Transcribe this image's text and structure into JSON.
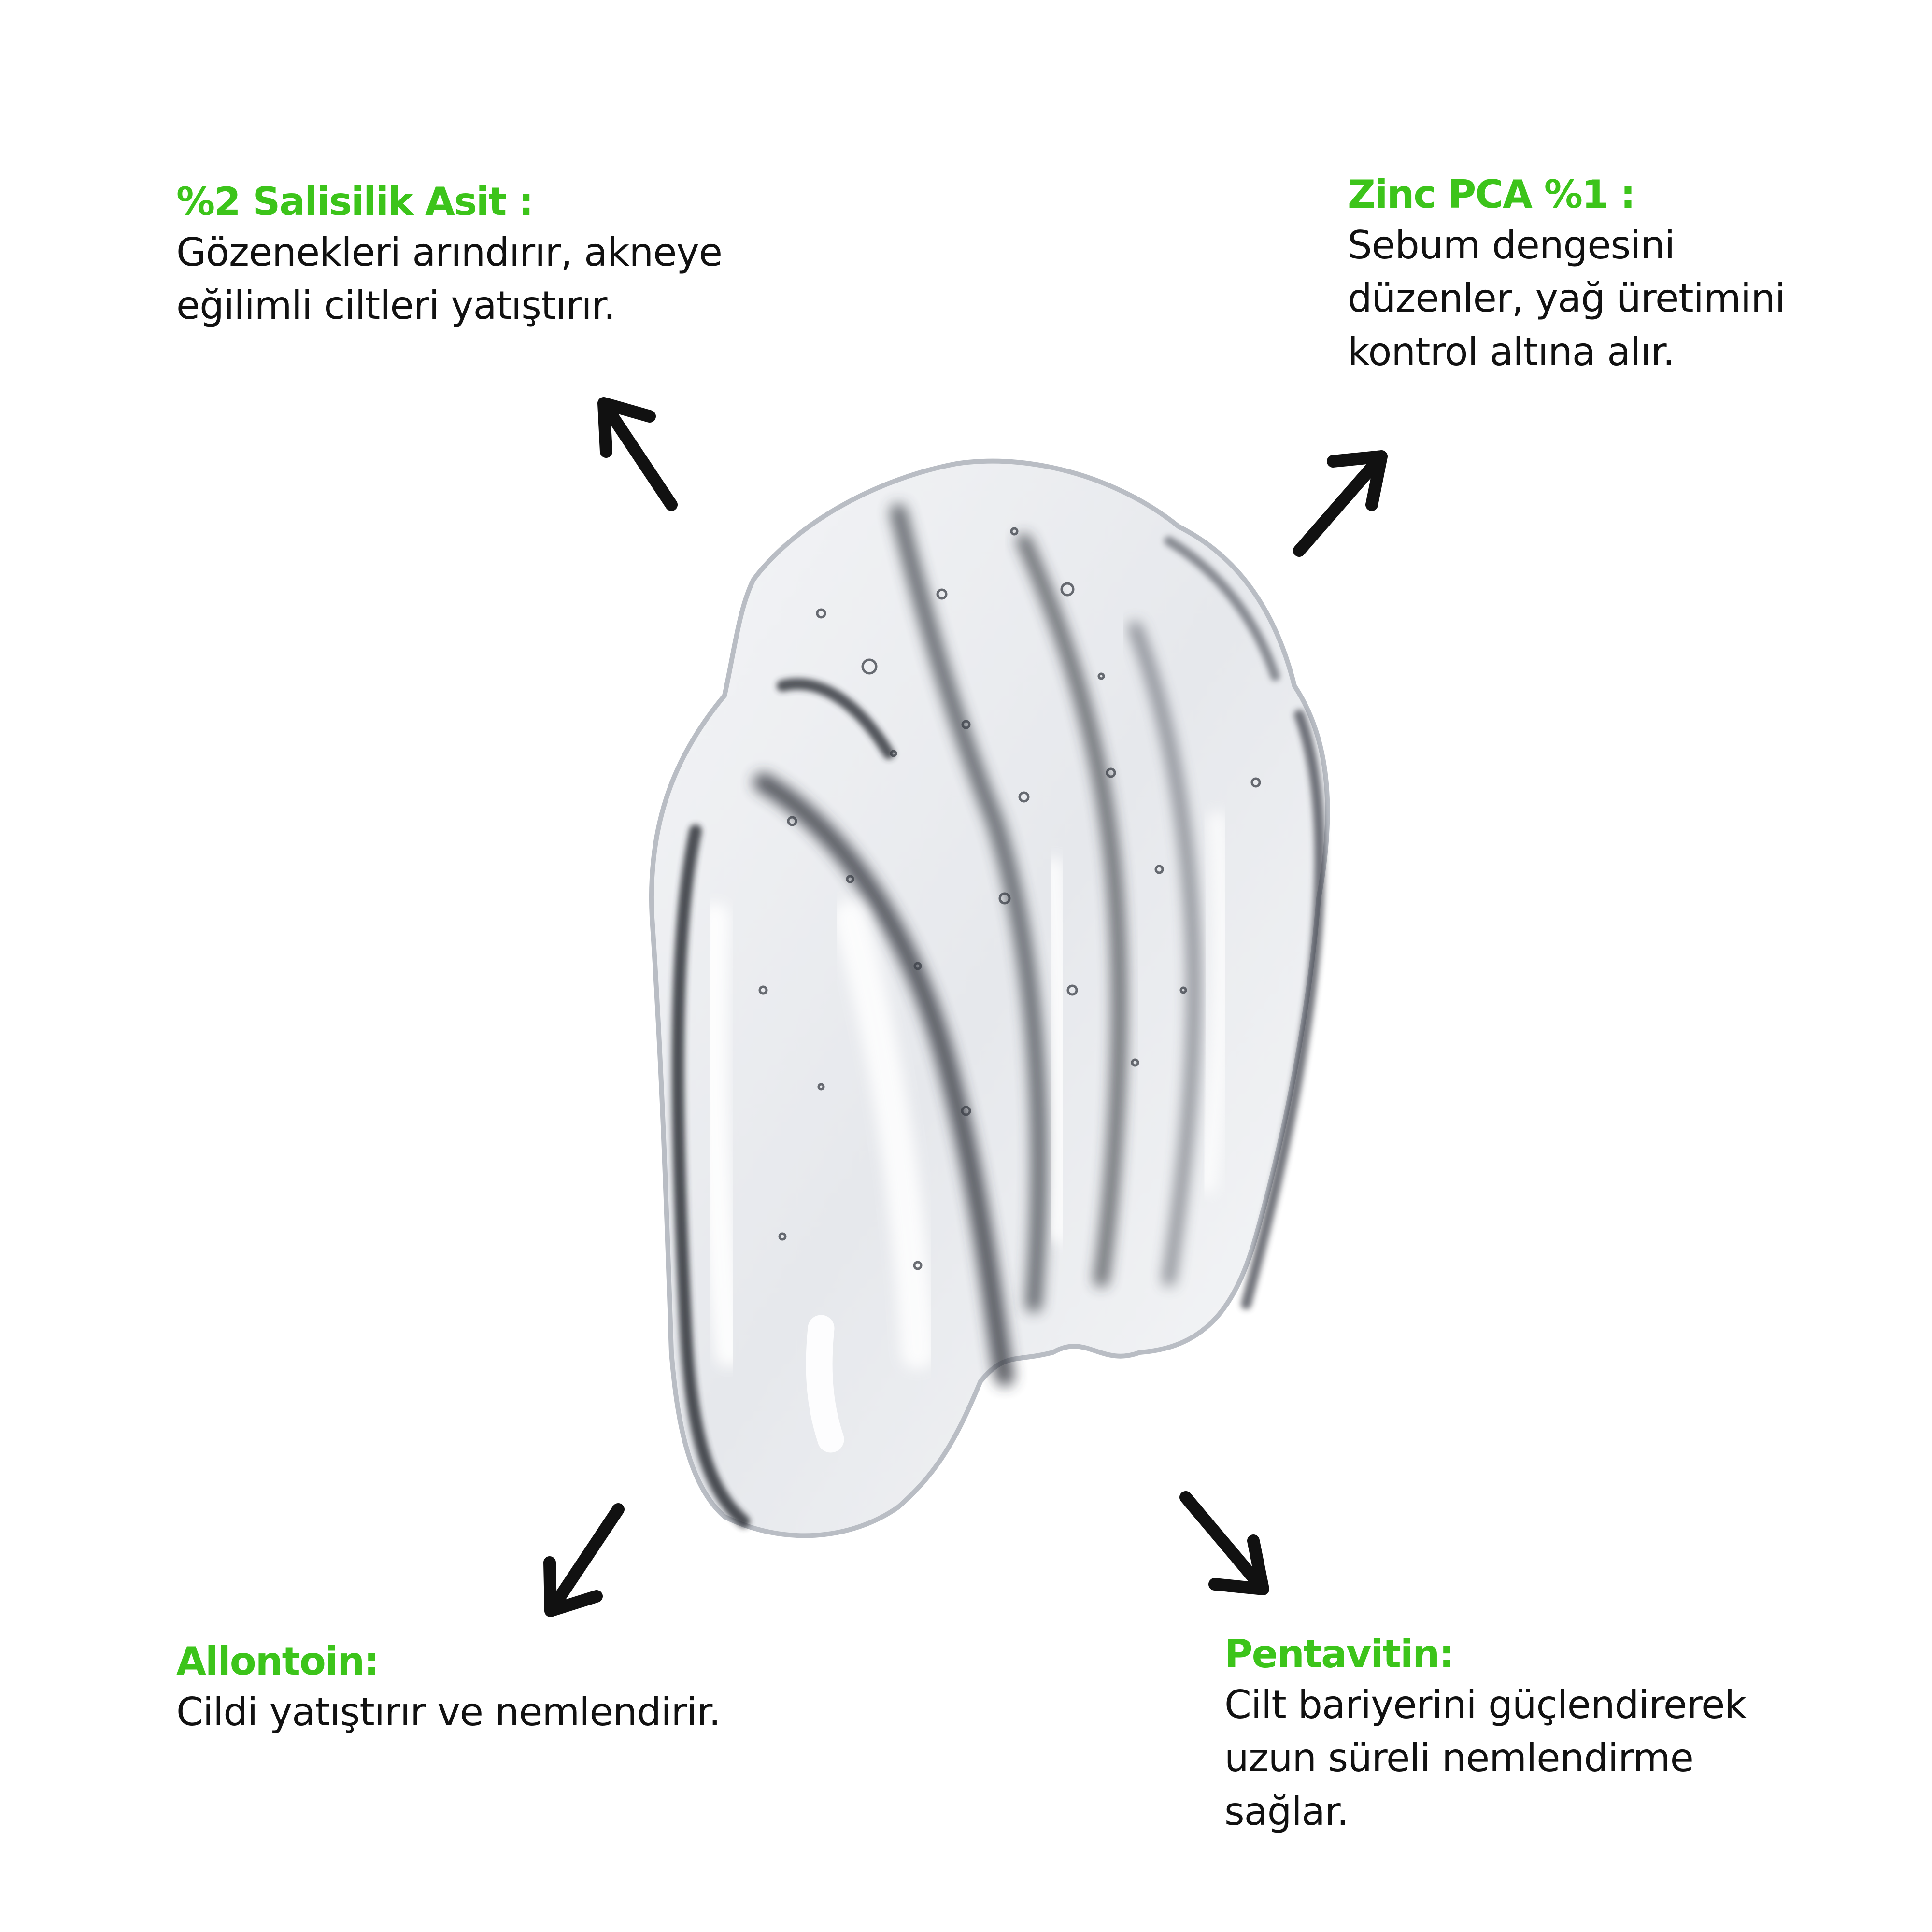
{
  "callouts": [
    {
      "title": "%2 Salisilik Asit :",
      "desc": "Gözenekleri arındırır, akneye\neğilimli ciltleri yatıştırır."
    },
    {
      "title": "Zinc PCA %1 :",
      "desc": "Sebum dengesini\ndüzenler, yağ üretimini\nkontrol altına alır."
    },
    {
      "title": "Allontoin:",
      "desc": "Cildi yatıştırır ve nemlendirir."
    },
    {
      "title": "Pentavitin:",
      "desc": "Cilt bariyerini güçlendirerek\nuzun süreli nemlendirme\nsağlar."
    }
  ],
  "colors": {
    "accent": "#3cc41a",
    "text": "#111111",
    "background": "#ffffff"
  },
  "icons": {
    "gel": "gel-swatch-image",
    "arrow": "arrow-icon"
  }
}
